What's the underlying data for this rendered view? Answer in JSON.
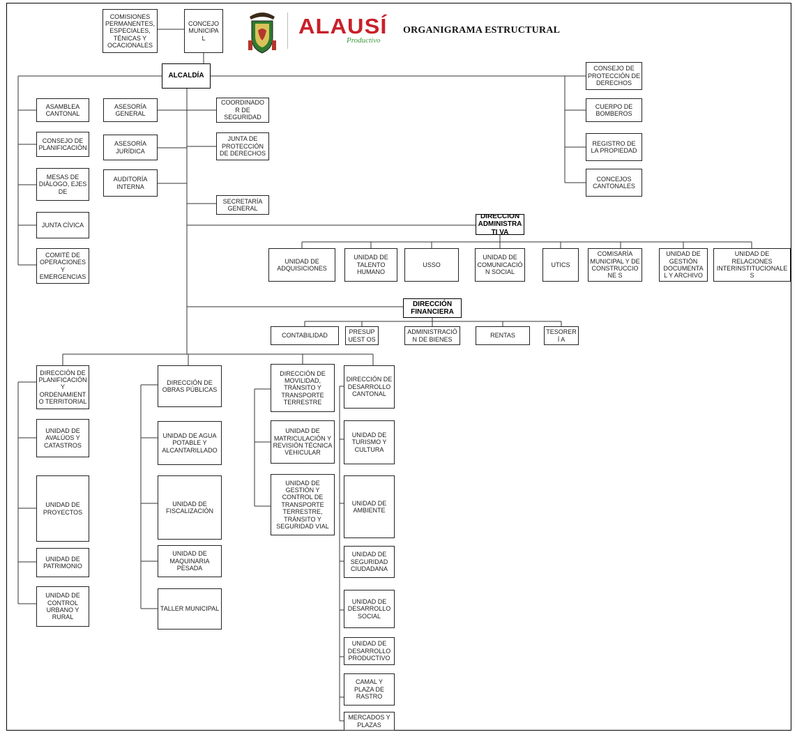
{
  "header": {
    "brand": "ALAUSÍ",
    "brand_sub": "Productivo",
    "title": "ORGANIGRAMA ESTRUCTURAL"
  },
  "colors": {
    "brand_red": "#c8202a",
    "brand_green": "#3c9a3a",
    "line": "#333333"
  },
  "nodes": {
    "comisiones": "COMISIONES PERMANENTES, ESPECIALES, TÉNICAS Y OCACIONALES",
    "concejo": "CONCEJO MUNICIPA L",
    "alcaldia": "ALCALDÍA",
    "asamblea": "ASAMBLEA CANTONAL",
    "consejo_planif": "CONSEJO DE PLANIFICACIÓN",
    "mesas": "MESAS DE DIÁLOGO, EJES DE",
    "junta_civica": "JUNTA CÍVICA",
    "comite": "COMITÉ DE OPERACIONES Y EMERGENCIAS",
    "asesoria_general": "ASESORÍA GENERAL",
    "asesoria_juridica": "ASESORÍA JURÍDICA",
    "auditoria": "AUDITORÍA INTERNA",
    "coordinador": "COORDINADO R DE SEGURIDAD",
    "junta_proteccion": "JUNTA DE PROTECCIÓN DE DERECHOS",
    "secretaria": "SECRETARÍA GENERAL",
    "consejo_proteccion": "CONSEJO DE PROTECCIÓN DE DERECHOS",
    "bomberos": "CUERPO DE BOMBEROS",
    "registro": "REGISTRO DE LA PROPIEDAD",
    "concejos_cantonales": "CONCEJOS CANTONALES",
    "dir_admin": "DIRECCIÓN ADMINISTRATI VA",
    "adquisiciones": "UNIDAD DE ADQUISICIONES",
    "talento": "UNIDAD DE TALENTO HUMANO",
    "usso": "USSO",
    "comunicacion": "UNIDAD DE COMUNICACIÓN SOCIAL",
    "utics": "UTICS",
    "comisaria": "COMISARÍA MUNICIPAL Y DE CONSTRUCCIONE S",
    "gestion_doc": "UNIDAD DE GESTIÓN DOCUMENTA L Y ARCHIVO",
    "relaciones": "UNIDAD DE RELACIONES INTERINSTITUCIONALES",
    "dir_fin": "DIRECCIÓN FINANCIERA",
    "contabilidad": "CONTABILIDAD",
    "presupuestos": "PRESUPUEST OS",
    "admin_bienes": "ADMINISTRACIÓN DE BIENES",
    "rentas": "RENTAS",
    "tesoreria": "TESORERÍ A",
    "dir_planif": "DIRECCIÓN DE PLANIFICACIÓN Y ORDENAMIENTO TERRITORIAL",
    "avaluos": "UNIDAD DE AVALÚOS Y CATASTROS",
    "proyectos": "UNIDAD DE PROYECTOS",
    "patrimonio": "UNIDAD DE PATRIMONIO",
    "control_urbano": "UNIDAD DE CONTROL URBANO Y RURAL",
    "dir_obras": "DIRECCIÓN DE OBRAS PÚBLICAS",
    "agua": "UNIDAD DE AGUA POTABLE Y ALCANTARILLADO",
    "fiscalizacion": "UNIDAD DE FISCALIZACIÓN",
    "maquinaria": "UNIDAD DE MAQUINARIA PESADA",
    "taller": "TALLER MUNICIPAL",
    "dir_movilidad": "DIRECCIÓN DE MOVILIDAD, TRÁNSITO Y TRANSPORTE TERRESTRE",
    "matriculacion": "UNIDAD DE MATRICULACIÓN Y REVISIÓN TÉCNICA VEHICULAR",
    "gestion_control": "UNIDAD DE GESTIÓN Y CONTROL DE TRANSPORTE TERRESTRE, TRÁNSITO Y SEGURIDAD VIAL",
    "dir_desarrollo": "DIRECCIÓN DE DESARROLLO CANTONAL",
    "turismo": "UNIDAD DE TURISMO Y CULTURA",
    "ambiente": "UNIDAD DE AMBIENTE",
    "seguridad_ciud": "UNIDAD DE SEGURIDAD CIUDADANA",
    "desarrollo_social": "UNIDAD DE DESARROLLO SOCIAL",
    "desarrollo_prod": "UNIDAD DE DESARROLLO PRODUCTIVO",
    "camal": "CAMAL Y PLAZA DE RASTRO",
    "mercados": "MERCADOS Y PLAZAS"
  }
}
